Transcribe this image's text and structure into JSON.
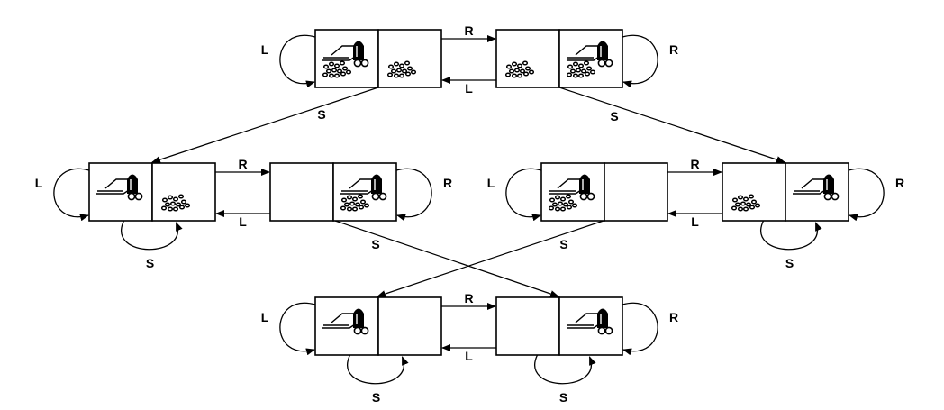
{
  "diagram": {
    "type": "state-transition-diagram",
    "actions": [
      "L",
      "R",
      "S"
    ],
    "states": [
      {
        "id": "s1",
        "agent": "left",
        "dirt": [
          "left",
          "right"
        ]
      },
      {
        "id": "s2",
        "agent": "right",
        "dirt": [
          "left",
          "right"
        ]
      },
      {
        "id": "s3",
        "agent": "left",
        "dirt": [
          "right"
        ]
      },
      {
        "id": "s4",
        "agent": "right",
        "dirt": [
          "right"
        ]
      },
      {
        "id": "s5",
        "agent": "left",
        "dirt": [
          "left"
        ]
      },
      {
        "id": "s6",
        "agent": "right",
        "dirt": [
          "left"
        ]
      },
      {
        "id": "s7",
        "agent": "left",
        "dirt": []
      },
      {
        "id": "s8",
        "agent": "right",
        "dirt": []
      }
    ],
    "transitions": [
      {
        "from": "s1",
        "to": "s2",
        "label": "R"
      },
      {
        "from": "s2",
        "to": "s1",
        "label": "L"
      },
      {
        "from": "s1",
        "to": "s1",
        "label": "L"
      },
      {
        "from": "s2",
        "to": "s2",
        "label": "R"
      },
      {
        "from": "s1",
        "to": "s3",
        "label": "S"
      },
      {
        "from": "s2",
        "to": "s6",
        "label": "S"
      },
      {
        "from": "s3",
        "to": "s4",
        "label": "R"
      },
      {
        "from": "s4",
        "to": "s3",
        "label": "L"
      },
      {
        "from": "s3",
        "to": "s3",
        "label": "L"
      },
      {
        "from": "s3",
        "to": "s3",
        "label": "S"
      },
      {
        "from": "s4",
        "to": "s4",
        "label": "R"
      },
      {
        "from": "s4",
        "to": "s8",
        "label": "S"
      },
      {
        "from": "s5",
        "to": "s6",
        "label": "R"
      },
      {
        "from": "s6",
        "to": "s5",
        "label": "L"
      },
      {
        "from": "s5",
        "to": "s5",
        "label": "L"
      },
      {
        "from": "s5",
        "to": "s7",
        "label": "S"
      },
      {
        "from": "s6",
        "to": "s6",
        "label": "R"
      },
      {
        "from": "s6",
        "to": "s6",
        "label": "S"
      },
      {
        "from": "s7",
        "to": "s8",
        "label": "R"
      },
      {
        "from": "s8",
        "to": "s7",
        "label": "L"
      },
      {
        "from": "s7",
        "to": "s7",
        "label": "L"
      },
      {
        "from": "s7",
        "to": "s7",
        "label": "S"
      },
      {
        "from": "s8",
        "to": "s8",
        "label": "R"
      },
      {
        "from": "s8",
        "to": "s8",
        "label": "S"
      }
    ],
    "icons": {
      "agent": "vacuum-cleaner-icon",
      "dirt": "dirt-icon"
    }
  }
}
